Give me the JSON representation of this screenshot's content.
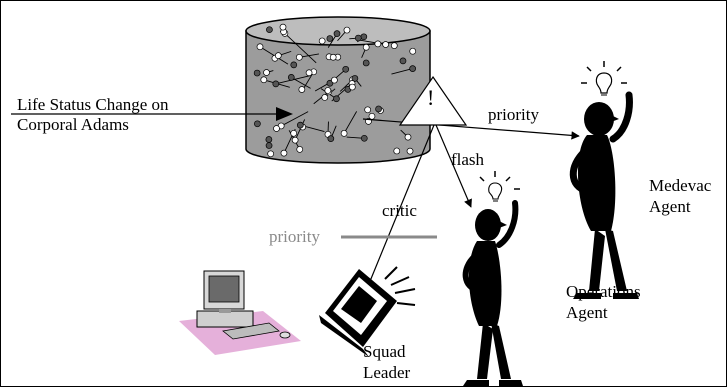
{
  "colors": {
    "ink": "#000000",
    "cylinder": "#9c9c9c",
    "cylinder_top": "#bdbdbd",
    "gray_label": "#8a8a8a",
    "callout": "#ffffff"
  },
  "labels": {
    "event": [
      "Life Status Change on",
      "Corporal Adams"
    ],
    "priority_top": "priority",
    "alert_mark": "!",
    "flash": "flash",
    "critic": "critic",
    "priority_gray": "priority",
    "medevac_agent": [
      "Medevac",
      "Agent"
    ],
    "operations_agent": [
      "Operations",
      "Agent"
    ],
    "squad_leader": [
      "Squad",
      "Leader"
    ]
  },
  "icons": [
    "database-icon",
    "alert-triangle-icon",
    "medevac-agent-figure-icon",
    "operations-agent-figure-icon",
    "desktop-computer-icon",
    "laptop-computer-icon",
    "lightbulb-icon"
  ]
}
